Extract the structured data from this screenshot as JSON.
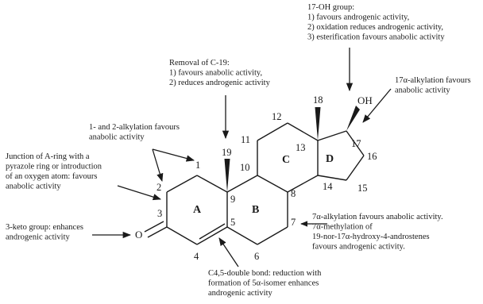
{
  "annotations": {
    "oh17": [
      "17-OH group:",
      "1) favours androgenic activity,",
      "2) oxidation reduces androgenic activity,",
      "3) esterification favours anabolic activity"
    ],
    "c19": [
      "Removal of C-19:",
      "1) favours anabolic activity,",
      "2) reduces androgenic activity"
    ],
    "alpha17": [
      "17α-alkylation favours",
      "anabolic activity"
    ],
    "alkyl12": [
      "1- and 2-alkylation favours",
      "anabolic activity"
    ],
    "junction": [
      "Junction of A-ring with a",
      "pyrazole ring or introduction",
      "of an oxygen atom: favours",
      "anabolic activity"
    ],
    "keto3": [
      "3-keto group: enhances",
      "androgenic activity"
    ],
    "alpha7": [
      "7α-alkylation favours anabolic activity.",
      "7α-methylation of",
      "19-nor-17α-hydroxy-4-androstenes",
      "favours androgenic activity."
    ],
    "c45": [
      "C4,5-double bond: reduction with",
      "formation of 5α-isomer enhances",
      "androgenic activity"
    ]
  },
  "atoms": {
    "n1": "1",
    "n2": "2",
    "n3": "3",
    "n4": "4",
    "n5": "5",
    "n6": "6",
    "n7": "7",
    "n8": "8",
    "n9": "9",
    "n10": "10",
    "n11": "11",
    "n12": "12",
    "n13": "13",
    "n14": "14",
    "n15": "15",
    "n16": "16",
    "n17": "17",
    "n18": "18",
    "n19": "19",
    "oxygen": "O",
    "hydroxyl": "OH"
  },
  "rings": {
    "a": "A",
    "b": "B",
    "c": "C",
    "d": "D"
  }
}
